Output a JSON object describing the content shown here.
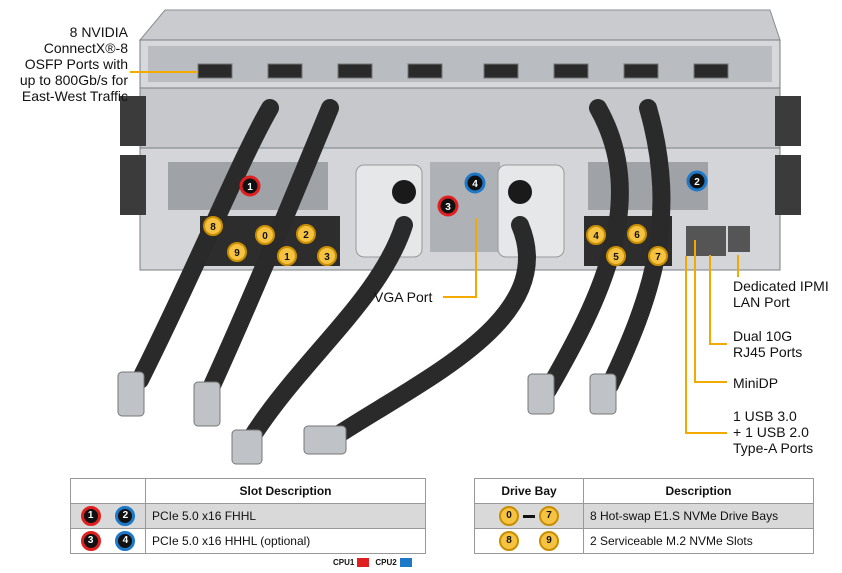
{
  "callouts": {
    "osfp": [
      "8 NVIDIA",
      "ConnectX®-8",
      "OSFP Ports with",
      "up to 800Gb/s for",
      "East-West Traffic"
    ],
    "vga": "VGA Port",
    "ipmi": [
      "Dedicated IPMI",
      "LAN Port"
    ],
    "rj45": [
      "Dual 10G",
      "RJ45 Ports"
    ],
    "minidp": "MiniDP",
    "usb": [
      "1 USB 3.0",
      "+ 1 USB 2.0",
      "Type-A Ports"
    ]
  },
  "server_badges": {
    "slot1": "1",
    "slot2": "2",
    "slot3": "3",
    "slot4": "4",
    "bay0": "0",
    "bay1": "1",
    "bay2": "2",
    "bay3": "3",
    "bay4": "4",
    "bay5": "5",
    "bay6": "6",
    "bay7": "7",
    "m2_8": "8",
    "m2_9": "9"
  },
  "slot_table": {
    "header": "Slot Description",
    "rows": [
      {
        "a": "1",
        "b": "2",
        "text": "PCIe 5.0 x16 FHHL"
      },
      {
        "a": "3",
        "b": "4",
        "text": "PCIe 5.0 x16 HHHL (optional)"
      }
    ]
  },
  "drive_table": {
    "header_bay": "Drive Bay",
    "header_desc": "Description",
    "rows": [
      {
        "a": "0",
        "b": "7",
        "text": "8 Hot-swap E1.S NVMe Drive Bays"
      },
      {
        "a": "8",
        "b": "9",
        "text": "2 Serviceable M.2 NVMe Slots"
      }
    ]
  },
  "legend": {
    "cpu1": "CPU1",
    "cpu2": "CPU2",
    "cpu1_color": "#e02020",
    "cpu2_color": "#1e78c8"
  },
  "colors": {
    "accent": "#f2a900"
  }
}
